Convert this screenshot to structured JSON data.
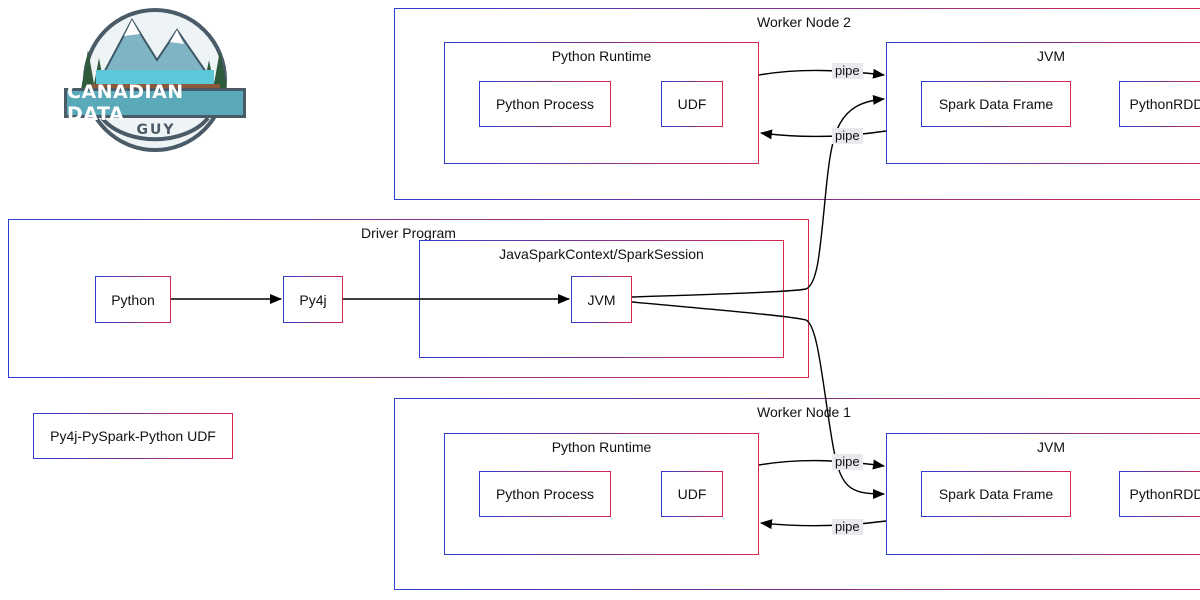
{
  "logo": {
    "line1": "CANADIAN DATA",
    "line2": "GUY"
  },
  "legend": "Py4j-PySpark-Python UDF",
  "worker2": {
    "title": "Worker Node 2",
    "python_runtime": {
      "title": "Python Runtime",
      "process": "Python Process",
      "udf": "UDF"
    },
    "jvm": {
      "title": "JVM",
      "dataframe": "Spark Data Frame",
      "pythonrdd": "PythonRDD"
    },
    "pipe_out": "pipe",
    "pipe_in": "pipe"
  },
  "driver": {
    "title": "Driver Program",
    "python": "Python",
    "py4j": "Py4j",
    "context": {
      "title": "JavaSparkContext/SparkSession",
      "jvm": "JVM"
    }
  },
  "worker1": {
    "title": "Worker Node 1",
    "python_runtime": {
      "title": "Python Runtime",
      "process": "Python Process",
      "udf": "UDF"
    },
    "jvm": {
      "title": "JVM",
      "dataframe": "Spark Data Frame",
      "pythonrdd": "PythonRDD"
    },
    "pipe_out": "pipe",
    "pipe_in": "pipe"
  },
  "colors": {
    "border_start": "#2f3fd0",
    "border_end": "#d8284f",
    "arrow": "#000000"
  }
}
